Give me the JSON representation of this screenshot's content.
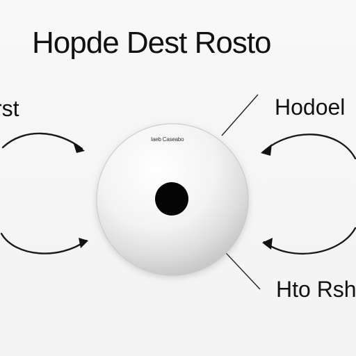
{
  "title": "Hopde Dest Rosto",
  "labels": {
    "left": "rst",
    "right": "Hodoel",
    "bottom_right": "Hto Rsh"
  },
  "sphere": {
    "text": "Iaeb Caseabo"
  }
}
